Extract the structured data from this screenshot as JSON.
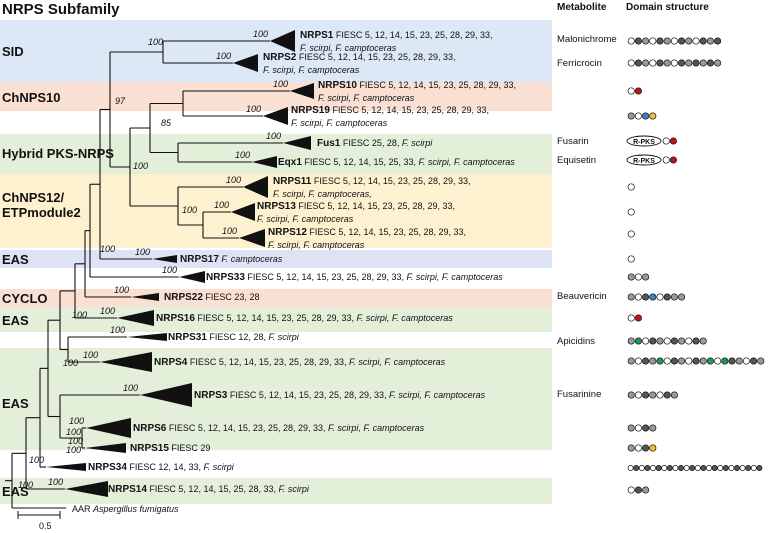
{
  "title": "NRPS Subfamily",
  "headers": {
    "metabolite": "Metabolite",
    "domain": "Domain structure"
  },
  "families": [
    {
      "id": "sid",
      "label": "SID",
      "color": "#dde8f6"
    },
    {
      "id": "chnps10",
      "label": "ChNPS10",
      "color": "#fadfd3"
    },
    {
      "id": "hybrid",
      "label": "Hybrid PKS-NRPS",
      "color": "#e3efd8"
    },
    {
      "id": "chnps12",
      "label": "ChNPS12/\nETPmodule2",
      "color": "#fef1cf"
    },
    {
      "id": "eas1",
      "label": "EAS",
      "color": "#dde3f4"
    },
    {
      "id": "cyclo",
      "label": "CYCLO",
      "color": "#fadfd3"
    },
    {
      "id": "eas2",
      "label": "EAS",
      "color": "#e3efd8"
    },
    {
      "id": "eas3",
      "label": "EAS",
      "color": "#e3efd8"
    },
    {
      "id": "eas4",
      "label": "EAS",
      "color": "#e3efd8"
    }
  ],
  "clades": [
    {
      "id": "nrps1",
      "name": "NRPS1",
      "line1": "FIESC 5, 12, 14, 15, 23, 25, 28, 29, 33,",
      "line2": "F. scirpi, F. camptoceras",
      "bootstrap": "100"
    },
    {
      "id": "nrps2",
      "name": "NRPS2",
      "line1": "FIESC 5, 12, 14, 15, 23, 25, 28, 29, 33,",
      "line2": "F. scirpi, F. camptoceras",
      "bootstrap": "100"
    },
    {
      "id": "nrps10",
      "name": "NRPS10",
      "line1": "FIESC 5, 12, 14, 15, 23, 25, 28, 29, 33,",
      "line2": "F. scirpi, F. camptoceras",
      "bootstrap": "100"
    },
    {
      "id": "nrps19",
      "name": "NRPS19",
      "line1": "FIESC 5, 12, 14, 15, 23, 25, 28, 29, 33,",
      "line2": "F. scirpi, F. camptoceras",
      "bootstrap": "100"
    },
    {
      "id": "fus1",
      "name": "Fus1",
      "line1": "FIESC 25, 28, ",
      "italic1": "F. scirpi",
      "bootstrap": "100"
    },
    {
      "id": "eqx1",
      "name": "Eqx1",
      "line1": "FIESC 5, 12, 14, 15, 25, 33, ",
      "italic1": "F. scirpi, F. camptoceras",
      "bootstrap": "100"
    },
    {
      "id": "nrps11",
      "name": "NRPS11",
      "line1": "FIESC 5, 12, 14, 15, 23, 25, 28, 29, 33,",
      "line2": "F. scirpi, F. camptoceras,",
      "bootstrap": "100"
    },
    {
      "id": "nrps13",
      "name": "NRPS13",
      "line1": "FIESC 5, 12, 14, 15, 23, 25, 28, 29, 33,",
      "line2": "F. scirpi, F. camptoceras",
      "bootstrap": "100"
    },
    {
      "id": "nrps12",
      "name": "NRPS12",
      "line1": "FIESC 5, 12, 14, 15, 23, 25, 28, 29, 33,",
      "line2": "F. scirpi, F. camptoceras",
      "bootstrap": "100"
    },
    {
      "id": "nrps17",
      "name": "NRPS17",
      "line1": "",
      "italic1": "F. camptoceras",
      "bootstrap": "100"
    },
    {
      "id": "nrps33",
      "name": "NRPS33",
      "line1": "FIESC 5, 12, 14, 15, 23, 25, 28, 29, 33, ",
      "italic1": "F. scirpi, F. camptoceras",
      "bootstrap": "100"
    },
    {
      "id": "nrps22",
      "name": "NRPS22",
      "line1": "FIESC 23, 28",
      "bootstrap": "100"
    },
    {
      "id": "nrps16",
      "name": "NRPS16",
      "line1": "FIESC 5, 12, 14, 15, 23, 25, 28, 29, 33, ",
      "italic1": "F. scirpi, F. camptoceras",
      "bootstrap": "100"
    },
    {
      "id": "nrps31",
      "name": "NRPS31",
      "line1": "FIESC 12, 28, ",
      "italic1": "F. scirpi",
      "bootstrap": "100"
    },
    {
      "id": "nrps4",
      "name": "NRPS4",
      "line1": "FIESC 5, 12, 14, 15, 23, 25, 28, 29, 33, ",
      "italic1": "F. scirpi, F. camptoceras",
      "bootstrap": "100"
    },
    {
      "id": "nrps3",
      "name": "NRPS3",
      "line1": "FIESC 5, 12, 14, 15, 23, 25, 28, 29, 33, ",
      "italic1": "F. scirpi, F. camptoceras",
      "bootstrap": "100"
    },
    {
      "id": "nrps6",
      "name": "NRPS6",
      "line1": "FIESC 5, 12, 14, 15, 23, 25, 28, 29, 33, ",
      "italic1": "F. scirpi, F. camptoceras",
      "bootstrap": "100"
    },
    {
      "id": "nrps15",
      "name": "NRPS15",
      "line1": "FIESC 29",
      "bootstrap": "100"
    },
    {
      "id": "nrps34",
      "name": "NRPS34",
      "line1": "FIESC 12, 14, 33, ",
      "italic1": "F. scirpi",
      "bootstrap": "100"
    },
    {
      "id": "nrps14",
      "name": "NRPS14",
      "line1": "FIESC 5, 12, 14, 15, 25, 28, 33, ",
      "italic1": "F. scirpi",
      "bootstrap": "100"
    }
  ],
  "outgroup": {
    "prefix": "AAR ",
    "species": "Aspergillus fumigatus"
  },
  "internal_bootstrap": {
    "n97": "97",
    "n85": "85",
    "n100a": "100",
    "n100b": "100",
    "n100c": "100",
    "n100d": "100",
    "n100e": "100",
    "n100f": "100",
    "n100g": "100",
    "n100h": "100",
    "n100i": "100"
  },
  "metabolites": {
    "nrps1": "Malonichrome",
    "nrps2": "Ferricrocin",
    "fus1": "Fusarin",
    "eqx1": "Equisetin",
    "nrps22": "Beauvericin",
    "nrps31": "Apicidins",
    "nrps3": "Fusarinine"
  },
  "pks_label": "R-PKS",
  "scale_label": "0.5",
  "domain_colors": {
    "A": "#ffffff",
    "T": "#555555",
    "C": "#9a9a9a",
    "R": "#c0141c",
    "B": "#3a7fc1",
    "Y": "#e8c230",
    "G": "#1f9a55"
  },
  "domains": {
    "nrps1": "ATCATCATCATCT",
    "nrps2": "ATCATCATCTCTC",
    "nrps10": "AR",
    "nrps19": "CABY",
    "fus1": "PAR",
    "eqx1": "PAR",
    "nrps11": "A",
    "nrps13": "A",
    "nrps12": "A",
    "nrps17": "A",
    "nrps33": "CAC",
    "nrps22": "CATBATCC",
    "nrps16": "AR",
    "nrps31": "CGATCATCATC",
    "nrps4": "CATCGATCATCGAGTCATC",
    "nrps3": "CATCATC",
    "nrps6": "CATC",
    "nrps15": "CATY",
    "nrps34": "ATATATATATATATATATATATAT",
    "nrps14": "ATC"
  }
}
